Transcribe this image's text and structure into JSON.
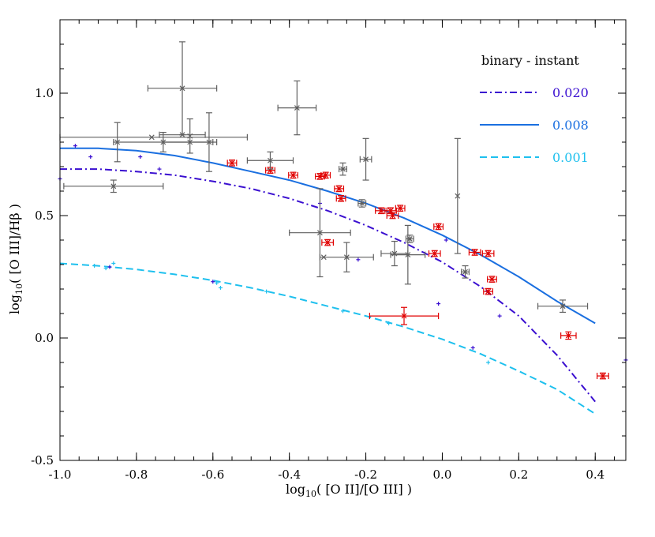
{
  "chart_data": {
    "type": "scatter",
    "xlabel": "log10( [O II]/[O III] )",
    "ylabel": "log10( [O III]/Hβ )",
    "xlim": [
      -1.0,
      0.48
    ],
    "ylim": [
      -0.5,
      1.3
    ],
    "x_ticks": [
      "-1.0",
      "-0.8",
      "-0.6",
      "-0.4",
      "-0.2",
      "0.0",
      "0.2",
      "0.4"
    ],
    "x_tick_values": [
      -1.0,
      -0.8,
      -0.6,
      -0.4,
      -0.2,
      0.0,
      0.2,
      0.4
    ],
    "y_ticks": [
      "-0.5",
      "0.0",
      "0.5",
      "1.0"
    ],
    "y_tick_values": [
      -0.5,
      0.0,
      0.5,
      1.0
    ],
    "grid": false,
    "legend": {
      "title": "binary - instant",
      "placement": "top-right",
      "entries": [
        {
          "label": "0.020",
          "color": "#3a0fd0",
          "style": "dash-dot"
        },
        {
          "label": "0.008",
          "color": "#1a6fe0",
          "style": "solid"
        },
        {
          "label": "0.001",
          "color": "#1ec0ee",
          "style": "dashed"
        }
      ]
    },
    "series": [
      {
        "name": "0.020",
        "kind": "line",
        "color": "#3a0fd0",
        "style": "dash-dot",
        "x": [
          -1.0,
          -0.9,
          -0.8,
          -0.7,
          -0.6,
          -0.5,
          -0.4,
          -0.3,
          -0.2,
          -0.1,
          0.0,
          0.1,
          0.2,
          0.3,
          0.4
        ],
        "y": [
          0.69,
          0.69,
          0.68,
          0.665,
          0.64,
          0.61,
          0.57,
          0.52,
          0.46,
          0.39,
          0.31,
          0.21,
          0.09,
          -0.07,
          -0.26
        ]
      },
      {
        "name": "0.008",
        "kind": "line",
        "color": "#1a6fe0",
        "style": "solid",
        "x": [
          -1.0,
          -0.9,
          -0.8,
          -0.7,
          -0.6,
          -0.5,
          -0.4,
          -0.3,
          -0.2,
          -0.1,
          0.0,
          0.1,
          0.2,
          0.3,
          0.4
        ],
        "y": [
          0.775,
          0.775,
          0.765,
          0.745,
          0.715,
          0.68,
          0.645,
          0.6,
          0.55,
          0.49,
          0.42,
          0.34,
          0.25,
          0.15,
          0.06
        ]
      },
      {
        "name": "0.001",
        "kind": "line",
        "color": "#1ec0ee",
        "style": "dashed",
        "x": [
          -1.0,
          -0.9,
          -0.8,
          -0.7,
          -0.6,
          -0.5,
          -0.4,
          -0.3,
          -0.2,
          -0.1,
          0.0,
          0.1,
          0.2,
          0.3,
          0.4
        ],
        "y": [
          0.305,
          0.295,
          0.28,
          0.26,
          0.235,
          0.205,
          0.17,
          0.13,
          0.09,
          0.045,
          -0.005,
          -0.065,
          -0.135,
          -0.21,
          -0.31
        ]
      },
      {
        "kind": "markers",
        "marker": "plus",
        "color": "#3a0fd0",
        "x": [
          -1.0,
          -0.96,
          -0.92,
          -0.87,
          -0.79,
          -0.74,
          -0.6,
          -0.32,
          -0.22,
          -0.01,
          0.01,
          0.08,
          0.15,
          0.48
        ],
        "y": [
          0.65,
          0.785,
          0.74,
          0.29,
          0.74,
          0.69,
          0.23,
          0.55,
          0.32,
          0.14,
          0.4,
          -0.04,
          0.09,
          -0.09
        ]
      },
      {
        "kind": "markers",
        "marker": "plus",
        "color": "#1ec0ee",
        "x": [
          -0.91,
          -0.88,
          -0.86,
          -0.59,
          -0.58,
          -0.46,
          -0.26,
          -0.14,
          0.12
        ],
        "y": [
          0.295,
          0.285,
          0.305,
          0.225,
          0.205,
          0.19,
          0.11,
          0.06,
          -0.1
        ]
      },
      {
        "kind": "errorbars",
        "color": "#e00000",
        "points": [
          {
            "x": -0.55,
            "y": 0.715,
            "xerr": 0.012,
            "yerr": 0.012
          },
          {
            "x": -0.45,
            "y": 0.685,
            "xerr": 0.012,
            "yerr": 0.012
          },
          {
            "x": -0.39,
            "y": 0.665,
            "xerr": 0.012,
            "yerr": 0.012
          },
          {
            "x": -0.32,
            "y": 0.66,
            "xerr": 0.012,
            "yerr": 0.012
          },
          {
            "x": -0.305,
            "y": 0.665,
            "xerr": 0.012,
            "yerr": 0.012
          },
          {
            "x": -0.3,
            "y": 0.39,
            "xerr": 0.015,
            "yerr": 0.012
          },
          {
            "x": -0.27,
            "y": 0.61,
            "xerr": 0.012,
            "yerr": 0.012
          },
          {
            "x": -0.265,
            "y": 0.57,
            "xerr": 0.012,
            "yerr": 0.012
          },
          {
            "x": -0.16,
            "y": 0.52,
            "xerr": 0.015,
            "yerr": 0.012
          },
          {
            "x": -0.135,
            "y": 0.52,
            "xerr": 0.015,
            "yerr": 0.012
          },
          {
            "x": -0.13,
            "y": 0.5,
            "xerr": 0.015,
            "yerr": 0.012
          },
          {
            "x": -0.11,
            "y": 0.53,
            "xerr": 0.012,
            "yerr": 0.012
          },
          {
            "x": -0.02,
            "y": 0.345,
            "xerr": 0.015,
            "yerr": 0.012
          },
          {
            "x": -0.01,
            "y": 0.455,
            "xerr": 0.012,
            "yerr": 0.012
          },
          {
            "x": 0.085,
            "y": 0.35,
            "xerr": 0.015,
            "yerr": 0.012
          },
          {
            "x": 0.12,
            "y": 0.345,
            "xerr": 0.015,
            "yerr": 0.012
          },
          {
            "x": 0.12,
            "y": 0.19,
            "xerr": 0.012,
            "yerr": 0.012
          },
          {
            "x": 0.13,
            "y": 0.24,
            "xerr": 0.012,
            "yerr": 0.012
          },
          {
            "x": 0.33,
            "y": 0.01,
            "xerr": 0.02,
            "yerr": 0.015
          },
          {
            "x": 0.42,
            "y": -0.155,
            "xerr": 0.015,
            "yerr": 0.012
          },
          {
            "x": -0.1,
            "y": 0.09,
            "xerr": 0.09,
            "yerr": 0.035
          }
        ]
      },
      {
        "kind": "errorbars",
        "color": "#606060",
        "points": [
          {
            "x": -0.86,
            "y": 0.62,
            "xerr": 0.13,
            "yerr": 0.025
          },
          {
            "x": -0.85,
            "y": 0.8,
            "xerr": 0.0,
            "yerr": 0.08
          },
          {
            "x": -0.76,
            "y": 0.82,
            "xerr": 0.25,
            "yerr": 0.0
          },
          {
            "x": -0.73,
            "y": 0.8,
            "xerr": 0.13,
            "yerr": 0.04
          },
          {
            "x": -0.68,
            "y": 1.02,
            "xerr": 0.09,
            "yerr": 0.19
          },
          {
            "x": -0.68,
            "y": 0.83,
            "xerr": 0.06,
            "yerr": 0.0
          },
          {
            "x": -0.66,
            "y": 0.825,
            "xerr": 0.0,
            "yerr": 0.07
          },
          {
            "x": -0.61,
            "y": 0.8,
            "xerr": 0.0,
            "yerr": 0.12
          },
          {
            "x": -0.66,
            "y": 0.8,
            "xerr": 0.07,
            "yerr": 0.0
          },
          {
            "x": -0.38,
            "y": 0.94,
            "xerr": 0.05,
            "yerr": 0.11
          },
          {
            "x": -0.45,
            "y": 0.725,
            "xerr": 0.06,
            "yerr": 0.035
          },
          {
            "x": -0.32,
            "y": 0.43,
            "xerr": 0.08,
            "yerr": 0.18
          },
          {
            "x": -0.31,
            "y": 0.33,
            "xerr": 0.0,
            "yerr": 0.0
          },
          {
            "x": -0.26,
            "y": 0.69,
            "xerr": 0.01,
            "yerr": 0.025
          },
          {
            "x": -0.25,
            "y": 0.33,
            "xerr": 0.07,
            "yerr": 0.06
          },
          {
            "x": -0.2,
            "y": 0.73,
            "xerr": 0.015,
            "yerr": 0.085
          },
          {
            "x": -0.21,
            "y": 0.55,
            "xerr": 0.01,
            "yerr": 0.015
          },
          {
            "x": -0.125,
            "y": 0.345,
            "xerr": 0.035,
            "yerr": 0.05
          },
          {
            "x": -0.09,
            "y": 0.34,
            "xerr": 0.045,
            "yerr": 0.12
          },
          {
            "x": -0.085,
            "y": 0.405,
            "xerr": 0.01,
            "yerr": 0.015
          },
          {
            "x": 0.04,
            "y": 0.58,
            "xerr": 0.0,
            "yerr": 0.235
          },
          {
            "x": 0.06,
            "y": 0.27,
            "xerr": 0.01,
            "yerr": 0.025
          },
          {
            "x": 0.315,
            "y": 0.13,
            "xerr": 0.065,
            "yerr": 0.025
          }
        ]
      }
    ]
  }
}
